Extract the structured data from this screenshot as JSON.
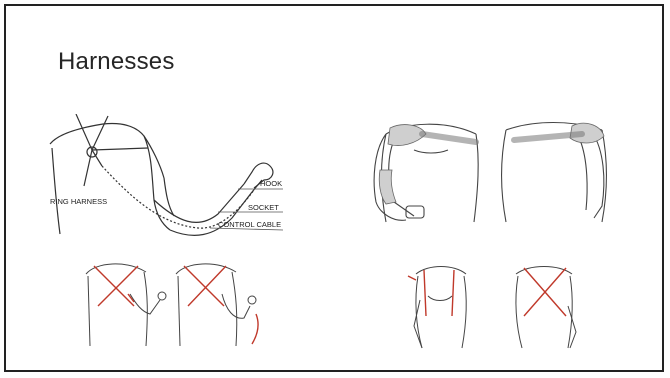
{
  "slide": {
    "title": "Harnesses"
  },
  "figure_top_left": {
    "labels": {
      "ring_harness": "RING HARNESS",
      "hook": "HOOK",
      "socket": "SOCKET",
      "control_cable": "CONTROL CABLE"
    }
  }
}
